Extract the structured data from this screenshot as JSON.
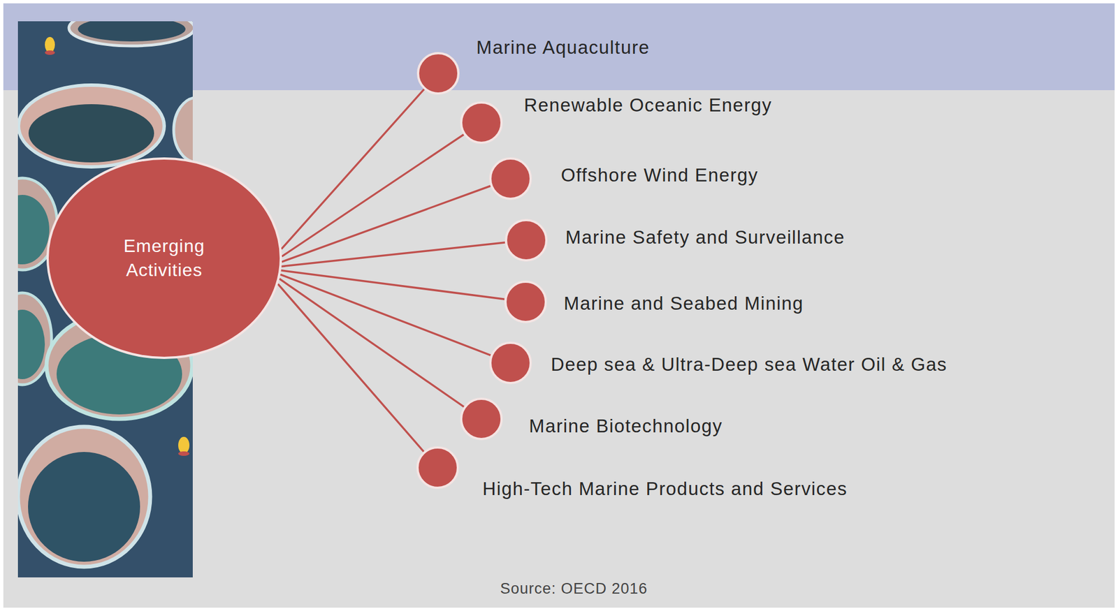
{
  "diagram": {
    "nodes": [
      {
        "text": [
          "Emerging Activities"
        ]
      },
      {
        "text": [
          "Marine Aquaculture"
        ]
      },
      {
        "text": [
          "Renewable Oceanic Energy"
        ]
      },
      {
        "text": [
          "Offshore Wind Energy"
        ]
      },
      {
        "text": [
          "Marine Safety and Surveillance"
        ]
      },
      {
        "text": [
          "Marine and Seabed Mining"
        ]
      },
      {
        "text": [
          "Deep sea & Ultra-Deep sea Water Oil & Gas"
        ]
      },
      {
        "text": [
          "Marine Biotechnology"
        ]
      },
      {
        "text": [
          "High-Tech Marine Products and Services"
        ]
      }
    ],
    "edges": [
      {
        "from": 0,
        "to": 1,
        "arrow": "none"
      },
      {
        "from": 0,
        "to": 2,
        "arrow": "none"
      },
      {
        "from": 0,
        "to": 3,
        "arrow": "none"
      },
      {
        "from": 0,
        "to": 4,
        "arrow": "none"
      },
      {
        "from": 0,
        "to": 5,
        "arrow": "none"
      },
      {
        "from": 0,
        "to": 6,
        "arrow": "none"
      },
      {
        "from": 0,
        "to": 7,
        "arrow": "none"
      },
      {
        "from": 0,
        "to": 8,
        "arrow": "none"
      }
    ],
    "labels": [
      "Source: OECD 2016"
    ]
  }
}
